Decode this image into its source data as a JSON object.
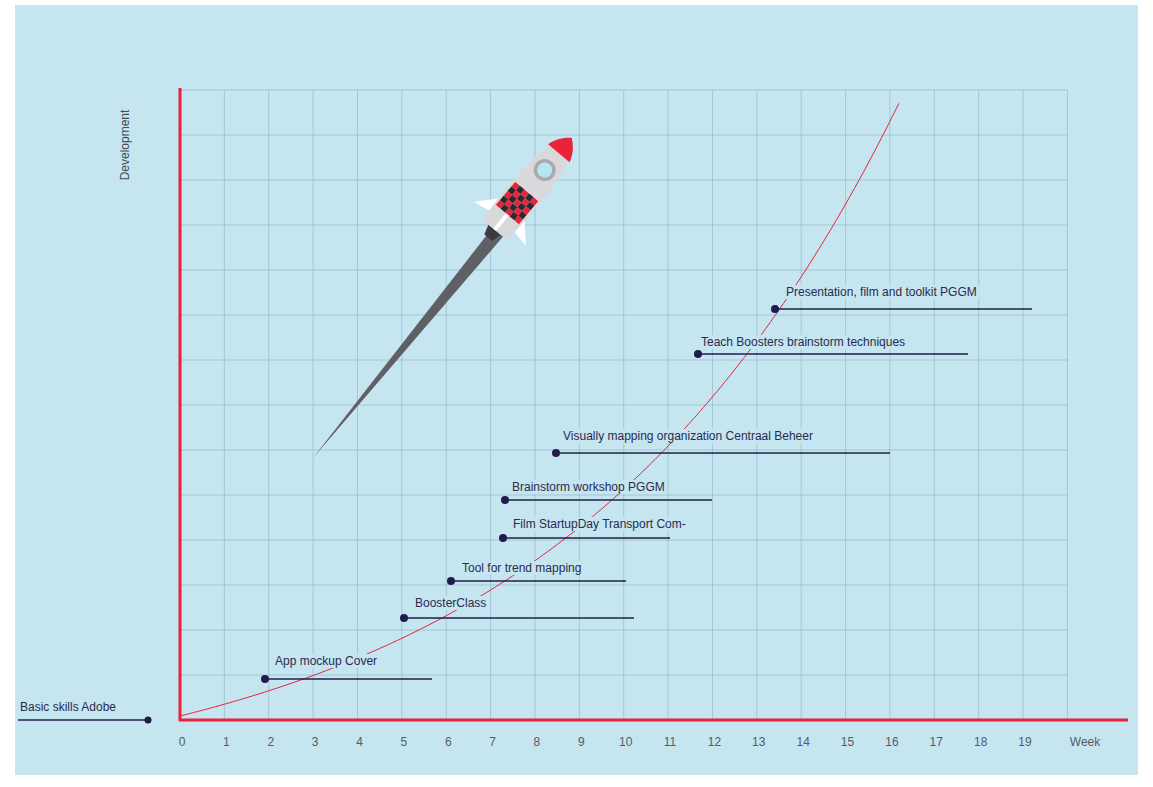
{
  "diagram": {
    "labels": [
      "Development",
      "Presentation, film and toolkit PGGM",
      "Teach Boosters brainstorm techniques",
      "Visually mapping organization Centraal Beheer",
      "Brainstorm workshop PGGM",
      "Film StartupDay Transport Com-",
      "Tool for trend mapping",
      "BoosterClass",
      "App mockup Cover",
      "Basic skills Adobe",
      "0",
      "1",
      "2",
      "3",
      "4",
      "5",
      "6",
      "7",
      "8",
      "9",
      "10",
      "11",
      "12",
      "13",
      "14",
      "15",
      "16",
      "17",
      "18",
      "19",
      "Week"
    ]
  }
}
